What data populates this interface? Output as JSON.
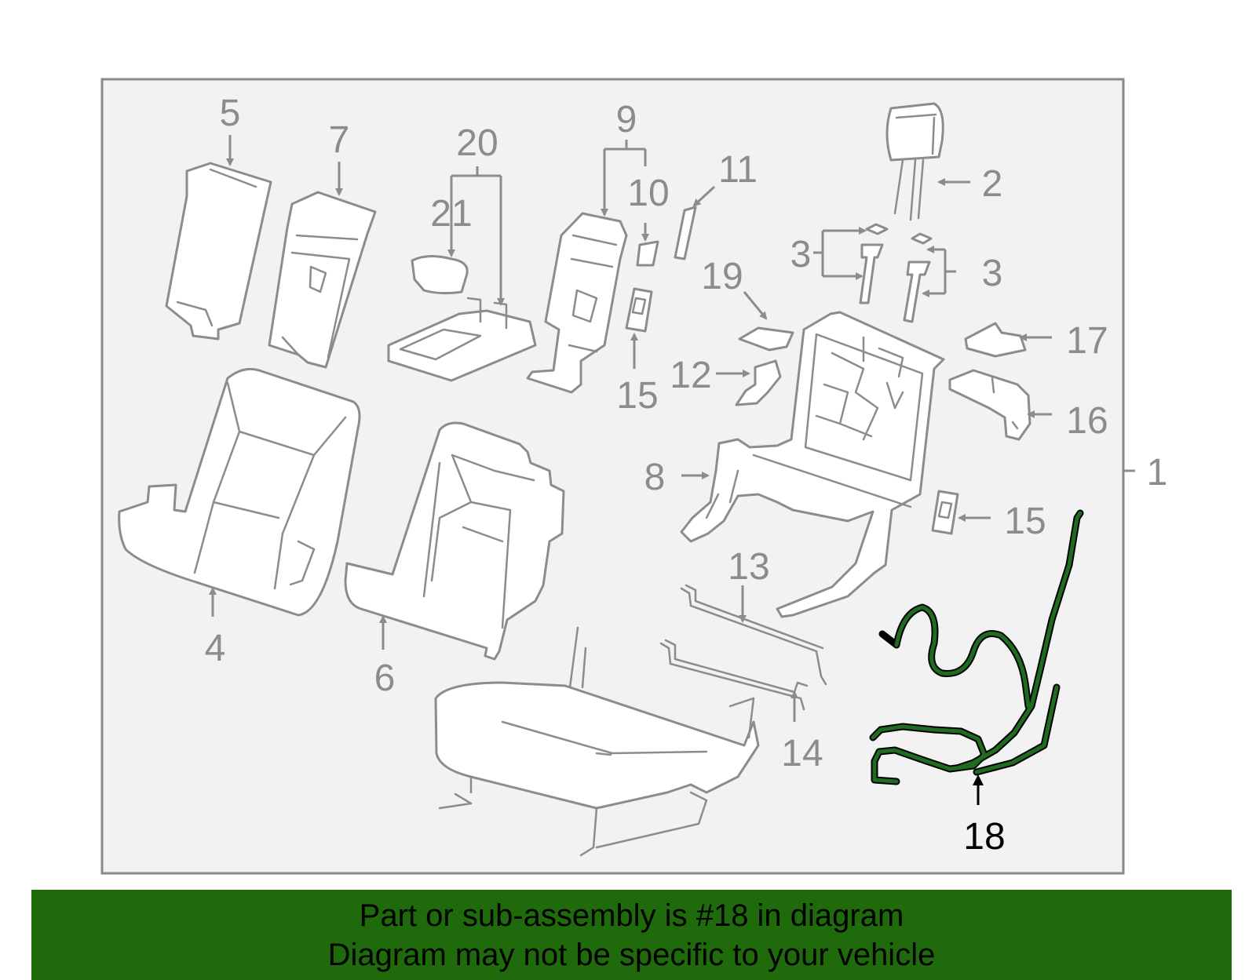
{
  "callouts": {
    "c1": "1",
    "c2": "2",
    "c3a": "3",
    "c3b": "3",
    "c4": "4",
    "c5": "5",
    "c6": "6",
    "c7": "7",
    "c8": "8",
    "c9": "9",
    "c10": "10",
    "c11": "11",
    "c12": "12",
    "c13": "13",
    "c14": "14",
    "c15a": "15",
    "c15b": "15",
    "c16": "16",
    "c17": "17",
    "c18": "18",
    "c19": "19",
    "c20": "20",
    "c21": "21"
  },
  "highlighted_part": "18",
  "colors": {
    "highlight": "#1f6b1f",
    "banner": "#1f6b0b",
    "part_outline": "#8c8c8c"
  },
  "banner": {
    "line1": "Part or sub-assembly is #18 in diagram",
    "line2": "Diagram may not be specific to your vehicle"
  }
}
